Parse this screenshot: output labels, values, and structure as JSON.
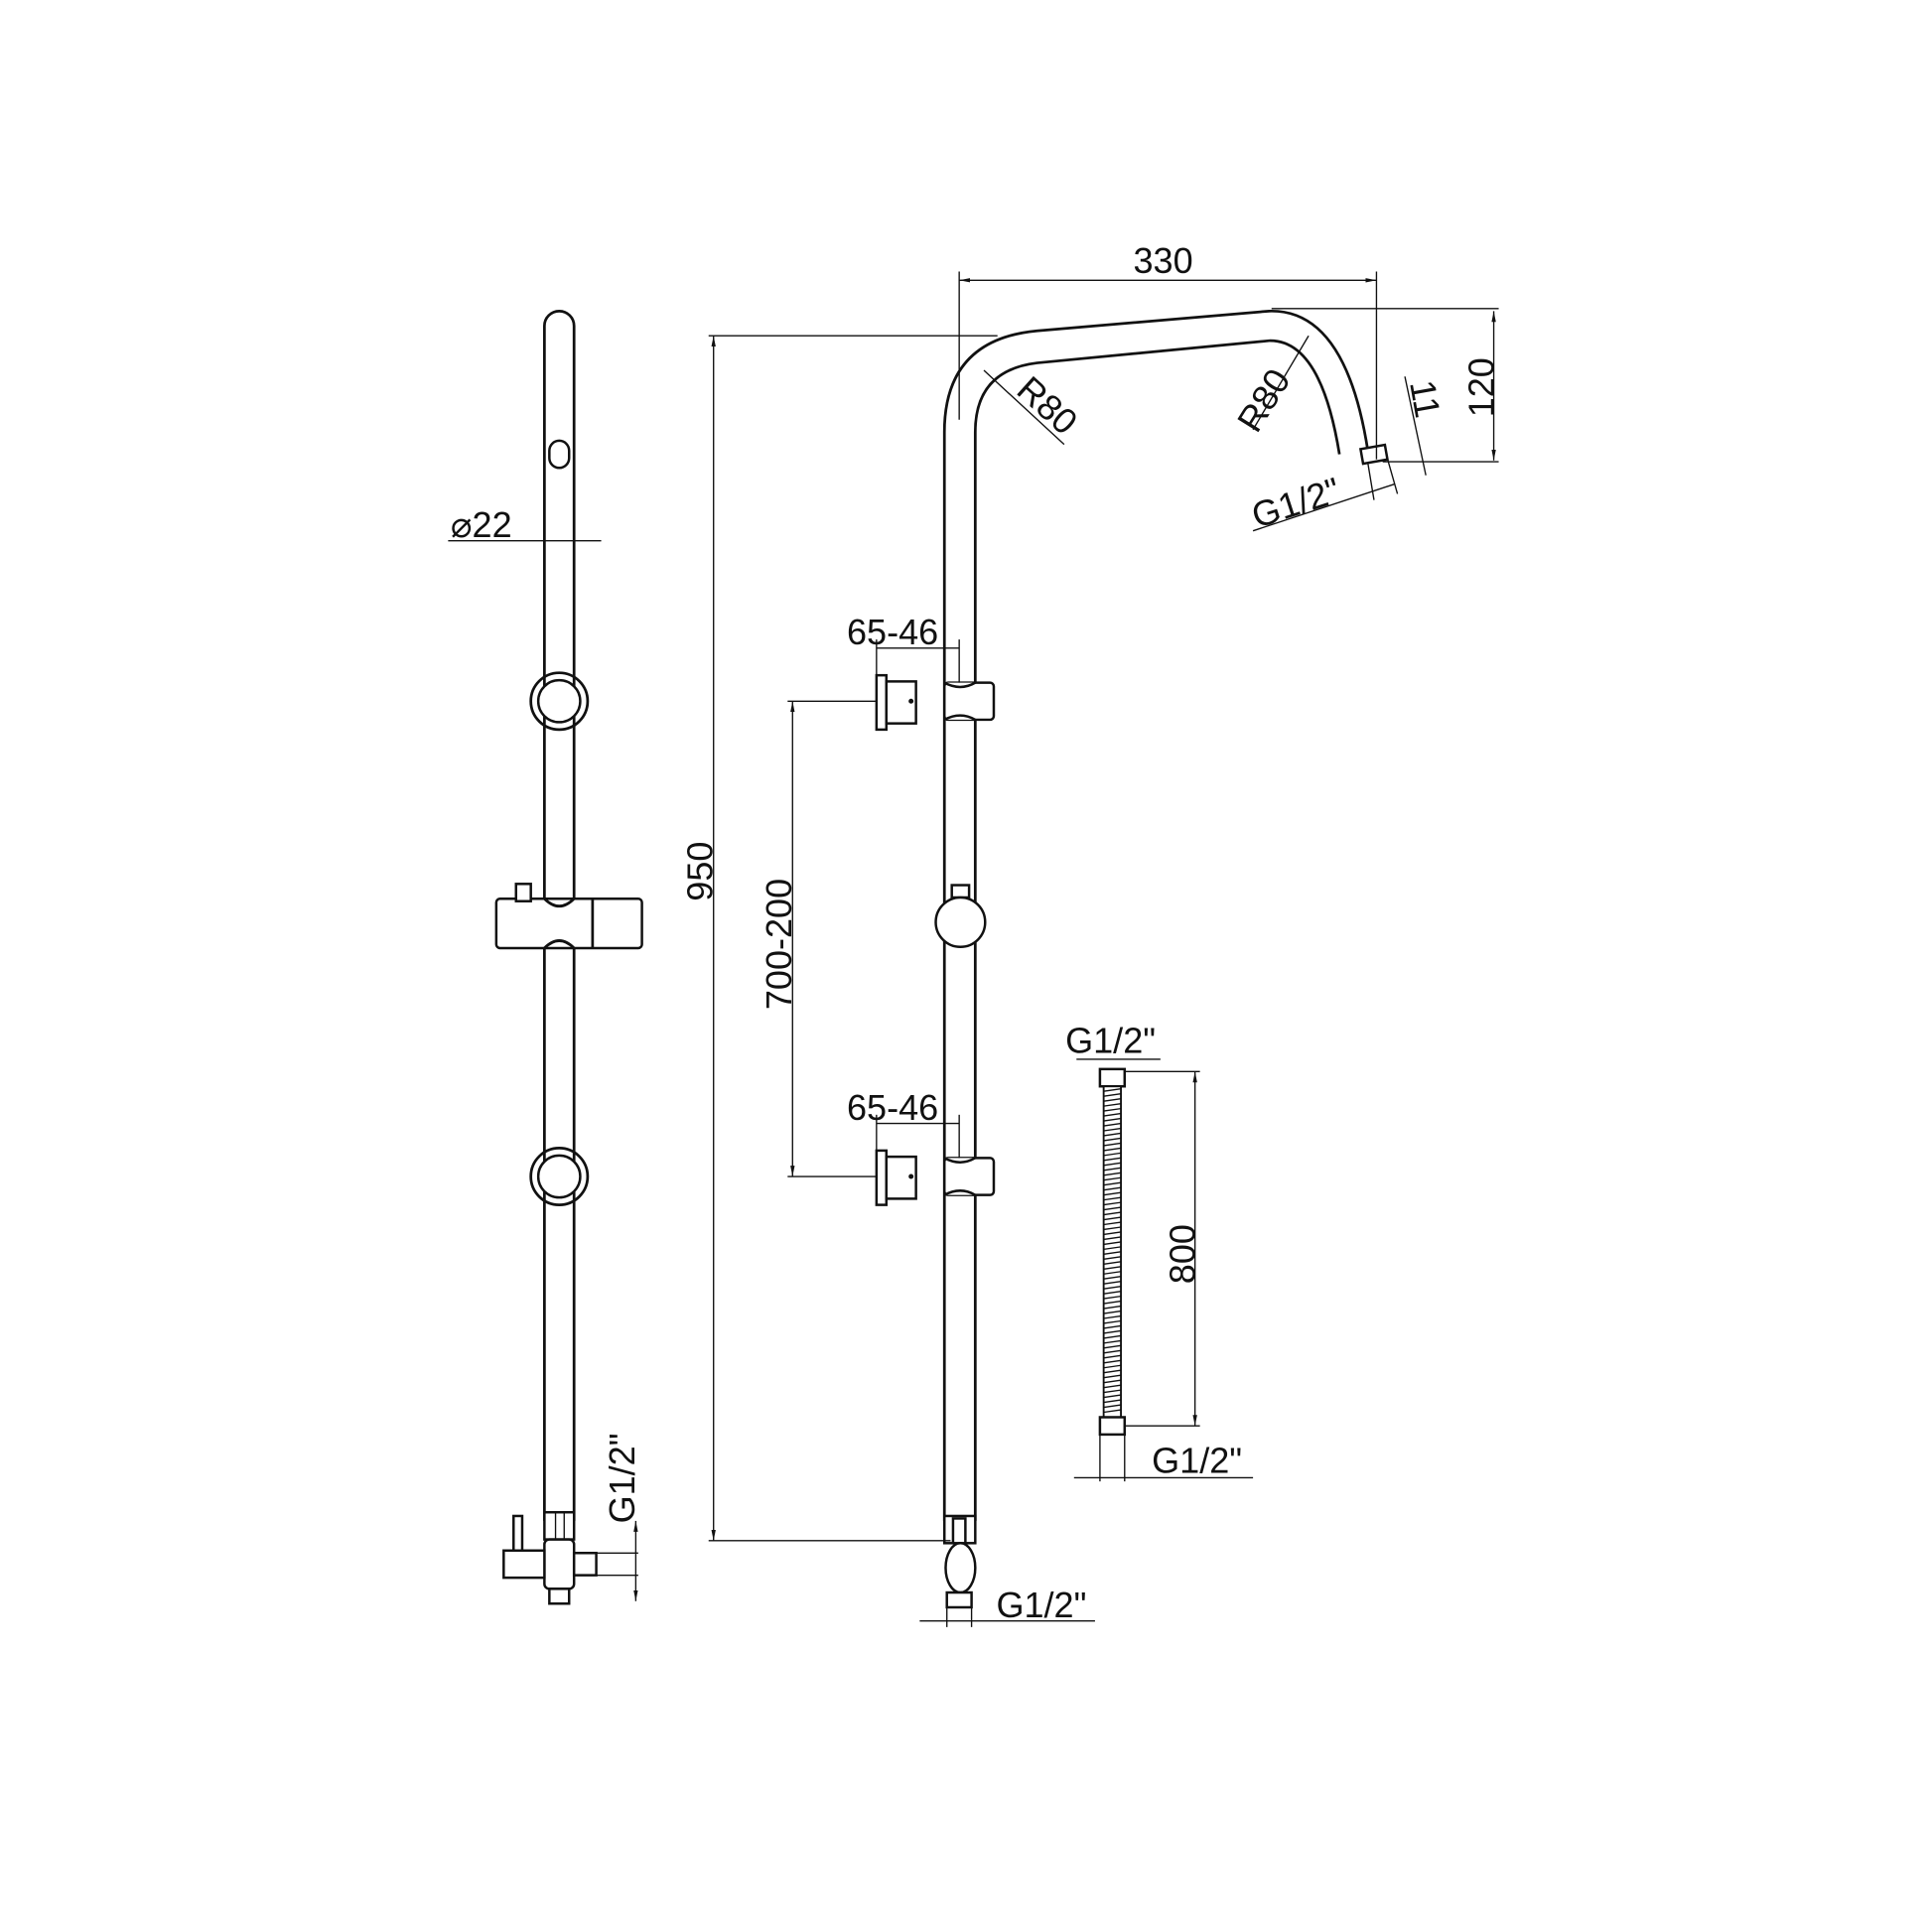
{
  "dims": {
    "diameter": "⌀22",
    "left_thread": "G1/2\"",
    "height_total": "950",
    "bracket_span": "700-200",
    "bracket_offset_top": "65-46",
    "bracket_offset_bottom": "65-46",
    "arm_reach": "330",
    "arm_height": "120",
    "nozzle_len": "11",
    "radius_left": "R80",
    "radius_right": "R80",
    "arm_thread": "G1/2\"",
    "bottom_thread": "G1/2\"",
    "hose_top_thread": "G1/2\"",
    "hose_length": "800",
    "hose_bottom_thread": "G1/2\""
  }
}
